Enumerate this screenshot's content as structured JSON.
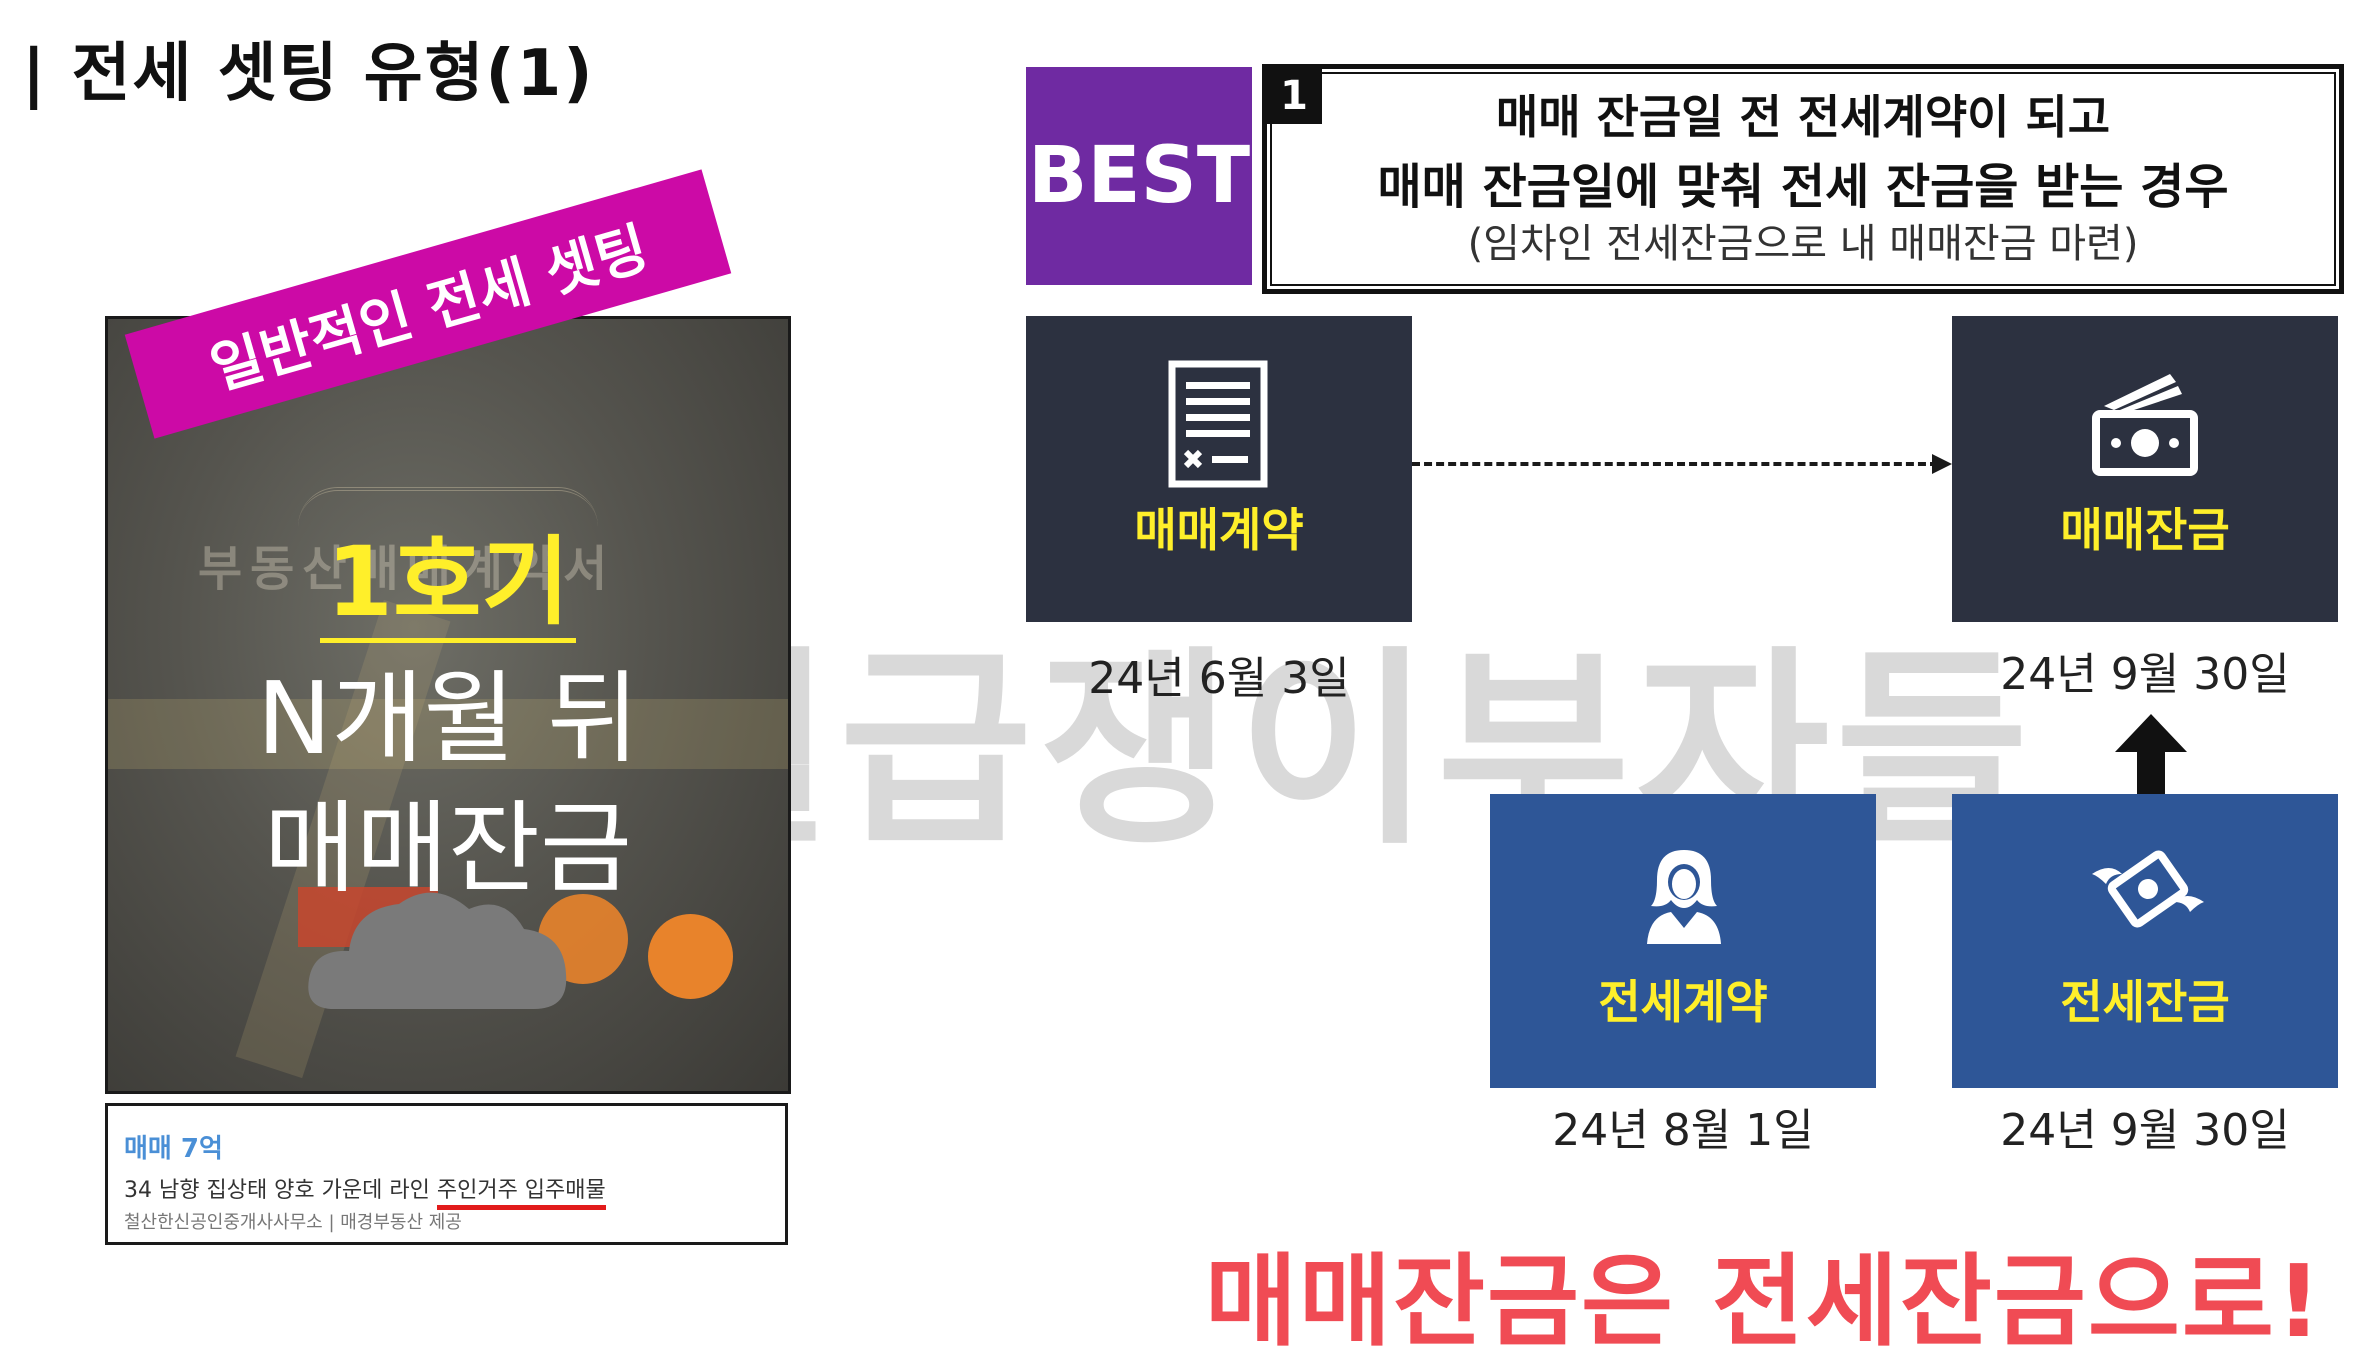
{
  "title": "| 전세 셋팅 유형(1)",
  "watermark": "월급쟁이부자들",
  "photo": {
    "banner": "일반적인 전세 셋팅",
    "doc_title": "부동산매매계약서",
    "line1": "1호기",
    "line2": "N개월 뒤",
    "line3": "매매잔금"
  },
  "listing": {
    "price": "매매 7억",
    "desc_prefix": "34 남향 집상태 양호 가운데 라인 ",
    "desc_underlined": "주인거주 입주매물",
    "source": "철산한신공인중개사사무소 | 매경부동산 제공"
  },
  "best": "BEST",
  "case": {
    "number": "1",
    "line1": "매매 잔금일 전 전세계약이 되고",
    "line2": "매매 잔금일에 맞춰 전세 잔금을 받는 경우",
    "line3": "(임차인 전세잔금으로 내 매매잔금 마련)"
  },
  "flow": {
    "sale_contract": {
      "label": "매매계약",
      "date": "24년 6월 3일",
      "icon": "contract-icon"
    },
    "sale_balance": {
      "label": "매매잔금",
      "date": "24년 9월 30일",
      "icon": "cash-icon"
    },
    "jeonse_contract": {
      "label": "전세계약",
      "date": "24년 8월 1일",
      "icon": "woman-icon"
    },
    "jeonse_balance": {
      "label": "전세잔금",
      "date": "24년 9월 30일",
      "icon": "flying-money-icon"
    }
  },
  "slogan": "매매잔금은 전세잔금으로!",
  "colors": {
    "banner": "#cc0aa6",
    "best": "#6f2aa2",
    "dark_card": "#2c3140",
    "blue_card": "#2e5697",
    "card_text": "#ffef2a",
    "slogan": "#f04b54"
  }
}
